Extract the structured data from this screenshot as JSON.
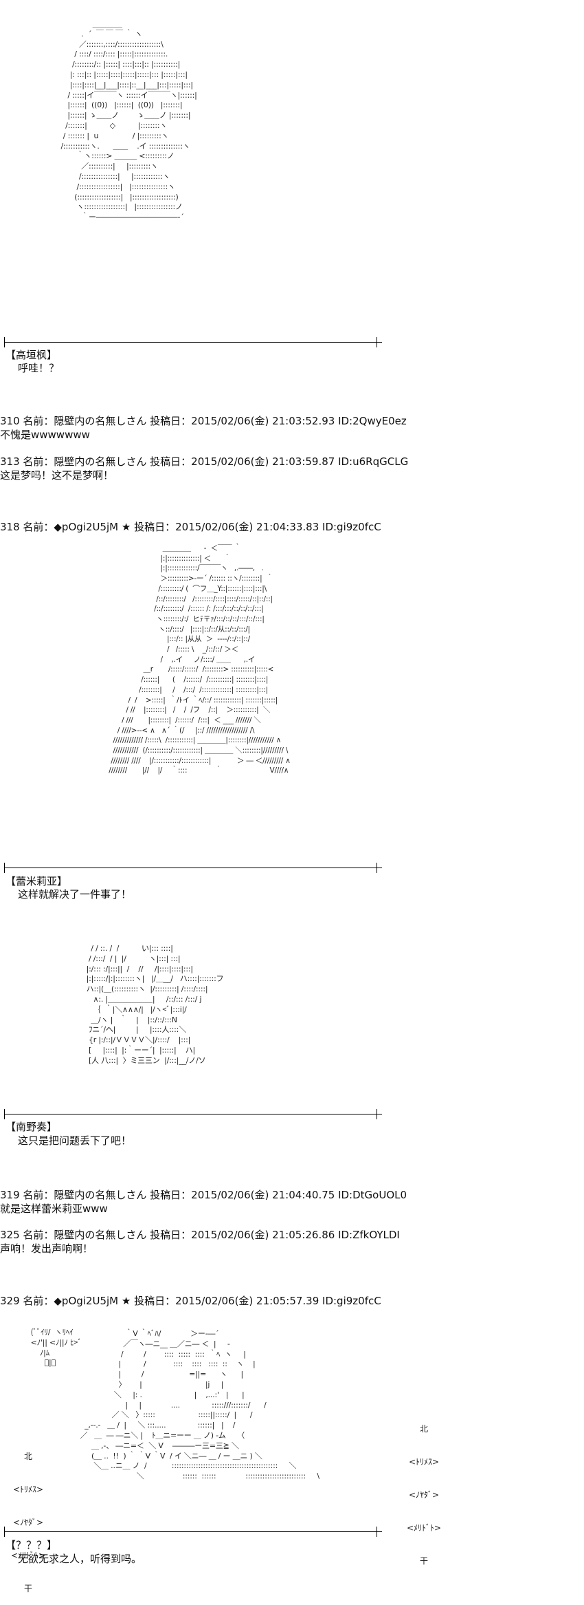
{
  "scene1": {
    "speaker": "【高垣枫】",
    "line": "呼哇！？",
    "art": "                   ＿＿＿＿\n              .  ´  ￣ ￣ ￣ ｀ ヽ\n             ／:::::::,::::/::::::::::::::::::\\\n           / ::::/ ::::/:::: |:::::|:::::::::::::.\n          /::::::::/:: |:::::| ::::|:::|:: |::::::::::|\n         |: :::|:: |:::::|::::|:::::|:::::|::: |:::::|:::|\n         |::::|::::|__|___|::::|::__|___|:::|:::::|:::|\n        / :::::|イ￣￣￣ヽ ::::::イ￣￣￣ヽ|::::::|\n        |::::::|  ((0))   |::::::|  ((0))   |:::::::|\n        |::::::| ゝ＿＿ノ        ゝ＿＿ノ |:::::::|\n       /:::::::|          ◇          |::::::::ヽ\n      / ::::::: |  u               / |:::::::::ヽ\n     /:::::::::::ヽ.      ＿＿    .イ ::::::::::::::ヽ\n            ｀ヽ::::::> ＿＿＿ <:::::::::ノ\n              ／::::::::::|     |:::::::::ヽ\n             /:::::::::::::::|     |::::::::::::ヽ\n            /:::::::::::::::::|   |:::::::::::::::ヽ\n           (::::::::::::::::::|   |::::::::::::::::::)\n            ヽ:::::::::::::::::|   |::::::::::::::::ノ\n              ｀ー―――――――――――‐´"
  },
  "post310": {
    "header": "310 名前：隠壁内の名無しさん 投稿日：2015/02/06(金) 21:03:52.93 ID:2QwyE0ez",
    "body": "不愧是wwwwwww"
  },
  "post313": {
    "header": "313 名前：隠壁内の名無しさん 投稿日：2015/02/06(金) 21:03:59.87 ID:u6RqGCLG",
    "body": "这是梦吗！这不是梦啊！"
  },
  "post318": {
    "header": "318 名前：◆pOgi2U5jM ★ 投稿日：2015/02/06(金) 21:04:33.83 ID:gi9z0fcC"
  },
  "scene2": {
    "speaker": "【蕾米莉亚】",
    "line": "这样就解决了一件事了！",
    "art": "                                  ＿＿＿＿      -  ＜￣￣ ｀\n                                 |:|::::::::::::::| ＜      ｀\n                                 |:|:::::::::::::/￣￣￣ヽ   ,.――,   .\n                                 ＞:::::::::>-ー´ /:::::: ::ヽ/::::::::|  ｀\n                                /:::::::::/ (  ⌒フ＿_Y::|::::::|::::|:::|\\\n                               /::/::::::::/   /::::::::/::::|::::/:::::/::|::/::|\n                              /::/::::::::/  /:::::: /: /:::/:::/::/::/::/:::|\n                               ヽ::::::::/:/  ヒﾃ〒ｧ/:::/::/::/:::/::/:::|\n                                ヽ::/::::/   |::::|::/::/从::/::/:::/|\n                                    |:::/:: |从从  ＞  -‐--/::/::|::/\n                                    /   /::::: \\    _/::/::/ ＞＜\n                                 /    ,.イ     ノ/::::/ ＿＿      ,.イ\n                         ＿r       /:::::/:::::/  /::::::::> ::::::::::|:::::<\n                        /::::::|      (    /::::::/  /::::::::::| ::::::::|::::|\n                       /::::::::|     /    /:::/  /:::::::::::::| :::::::::|:::|\n                  /  /    >:::::|  ｀/ﾄイ ｀ﾍ/::/ ::::::::::::| :::::::|:::::|\n                 / //    |::::::::|   /    /  /フ    /::|    ＞::::::::::|  ＼\n               / ///       |::::::::|  /::::::/  /:::|  ＜ ___ /////// ＼\n             / ////>--< ∧   ∧´ ｀(/     |::/ ////////////////// /\\\n           ///////////// /:::::\\  /:::::::::::| ＿＿＿＿|::::::::|/////////// ∧\n           ///////////  (/::::::::::/::::::::::::| ＿＿＿＿ ＼::::::::|///////// \\\n          //////// ////    |/:::::::::::/::::::::::::|            ＞ ― ＜///////// ∧\n         ////////       |//    |/    ｀::::             ｀                      V////∧"
  },
  "scene3": {
    "speaker": "【南野奏】",
    "line": "这只是把问题丢下了吧！",
    "art": "           / / ::. /  /          い|::: ::::|\n          / /:::/  / |  |/          ヽ|:::| :::|\n         |:/::: :/|:::||  /    //     /|::::|::::|:::|\n         |:|:::::/|:|::::::::ヽ|   |/＿__/   ハ::::|:::::::フ\n         ハ::|(＿(::::::::::ヽ  |/:::::::::| /::::/::::|\n            ∧:. |＿＿＿＿＿＿|     /::/::: /:::/ j\n            ｛  ｀|＼∧∧∧/|   |/ヽ<ﾞ|:::i|/\n           ＿/ヽ |   ｀    |    |::/::/:::N\n          ﾌニ´/ヘ|         |     |::::人::::＼\n          {r |:/::|/ＶＶＶＶ＼|/::::/    |:::|\n          [     |::::|  |:｀ーー´|  |:::::|    ハ|\n          [人 八:::|  〉ミ三三ン  |/:::|__/ノ/ソ"
  },
  "post319": {
    "header": "319 名前：隠壁内の名無しさん 投稿日：2015/02/06(金) 21:04:40.75 ID:DtGoUOL0",
    "body": "就是这样蕾米莉亚www"
  },
  "post325": {
    "header": "325 名前：隠壁内の名無しさん 投稿日：2015/02/06(金) 21:05:26.86 ID:ZfkOYLDI",
    "body": "声响！发出声响啊！"
  },
  "post329": {
    "header": "329 名前：◆pOgi2U5jM ★ 投稿日：2015/02/06(金) 21:05:57.39 ID:gi9z0fcC"
  },
  "scene4": {
    "speaker": "【？？？】",
    "line": "无欲无求之人，听得到吗。",
    "left_sign": [
      "北",
      "<ﾄﾘﾒｽ>",
      "<ﾉﾔﾀﾞ>",
      "<ﾒﾘﾄﾞﾄ>",
      "干"
    ],
    "right_sign": [
      "北",
      "<ﾄﾘﾒｽ>",
      "<ﾉﾔﾀﾞ>",
      "<ﾒﾘﾄﾞﾄ>",
      "干"
    ],
    "head_art": "  (ﾞﾞｲﾘ/  ヽﾘﾍｲ\n  <ﾉ'|| <ﾉ||ﾉ ﾋ>ﾞ\n      ﾉ|ﾑ\n        ﾟ|ﾞ",
    "art": "                         ｀V ｀ﾍﾞﾊ/             ＞ー-―´\n                        ／￣ヽ―ニ__ ＿／ニ― ＜  |     ‐\n                       /         /        ::::  :::::  ::::  ｀ﾍ  ヽ     |\n                      |          /            ::::    ::::   ::::  ::    ヽ    |\n                      |         /                    =||=      ヽ      |\n                      〉      |                            |j     |       \n                    ＼     |: .                       |    ,...:'   |      |\n                         |     |             ....              :::::///:::::::/      /\n                   ／ ＼   〉:::::                   :::::||:::::/  |      /\n       _,-‐.‐   ＿ /  |     ＼ :::.....              ::::::|   |    /\n     ／   ＿  ― ―ニ＼ |    ﾄ＿ニ=ーー ＿ ノ) -ム     〈\n          ＿ ,-、 ―ニ=＜  ＼ V    ―――ー三=三≧ ＼\n          (＿ ..  !!  ) ｀ ｀V ｀V  / イ ＼ニ― ＿ / ー ＿ニ ) ＼\n           ＼＿ ..ニ＿ ノ  /           ::::::::::::::::::::::::::::::::::::::::::::     ＼\n                              ＼                 ::::::  ::::::             :::::::::::::::::::::::::     \\"
  }
}
